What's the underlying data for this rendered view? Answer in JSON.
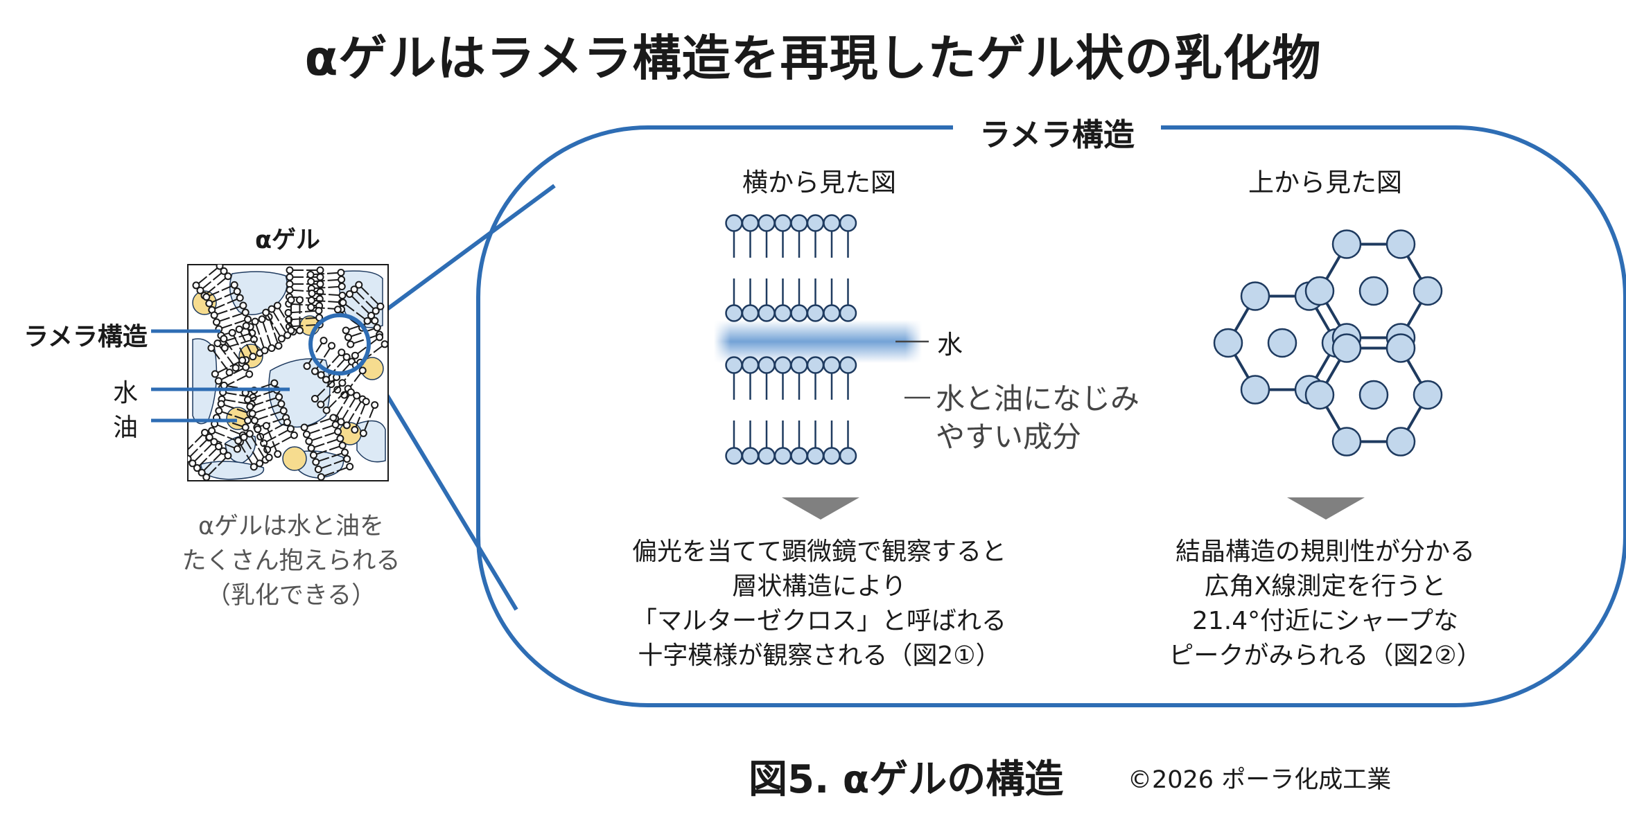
{
  "title": "αゲルはラメラ構造を再現したゲル状の乳化物",
  "gel": {
    "label": "αゲル",
    "callouts": {
      "lamella": "ラメラ構造",
      "water": "水",
      "oil": "油"
    },
    "caption_lines": [
      "αゲルは水と油を",
      "たくさん抱えられる",
      "（乳化できる）"
    ]
  },
  "lamella_panel": {
    "title": "ラメラ構造",
    "side_view": {
      "title": "横から見た図",
      "water_label": "水",
      "affinity_label_lines": [
        "水と油になじみ",
        "やすい成分"
      ],
      "description_lines": [
        "偏光を当てて顕微鏡で観察すると",
        "層状構造により",
        "「マルターゼクロス」と呼ばれる",
        "十字模様が観察される（図2①）"
      ]
    },
    "top_view": {
      "title": "上から見た図",
      "description_lines": [
        "結晶構造の規則性が分かる",
        "広角X線測定を行うと",
        "21.4°付近にシャープな",
        "ピークがみられる（図2②）"
      ]
    }
  },
  "figure_caption": "図5. αゲルの構造",
  "copyright": "©2026  ポーラ化成工業",
  "colors": {
    "frame_blue": "#2e6db4",
    "molecule_fill": "#c2d7ec",
    "molecule_stroke": "#1e3a5f",
    "oil_yellow": "#f6dc8f",
    "water_fill": "#dce9f5",
    "arrow_gray": "#808080"
  }
}
